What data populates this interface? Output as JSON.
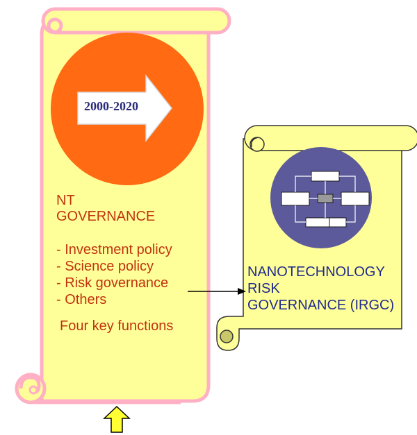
{
  "left_scroll": {
    "arrow_label": "2000-2020",
    "heading_line1": "NT",
    "heading_line2": "GOVERNANCE",
    "functions": [
      "- Investment policy",
      "- Science policy",
      "- Risk governance",
      "- Others"
    ],
    "caption": "Four key functions"
  },
  "right_scroll": {
    "line1": "NANOTECHNOLOGY",
    "line2": "RISK",
    "line3": "GOVERNANCE (IRGC)"
  },
  "colors": {
    "scroll_fill": "#ffff99",
    "left_scroll_border": "#ffb0c4",
    "right_scroll_border": "#333333",
    "orange_circle": "#ff6a13",
    "blue_circle": "#5c5a9b",
    "left_text": "#c0330f",
    "right_text": "#1f2a8c",
    "up_arrow_fill": "#ffff33"
  }
}
